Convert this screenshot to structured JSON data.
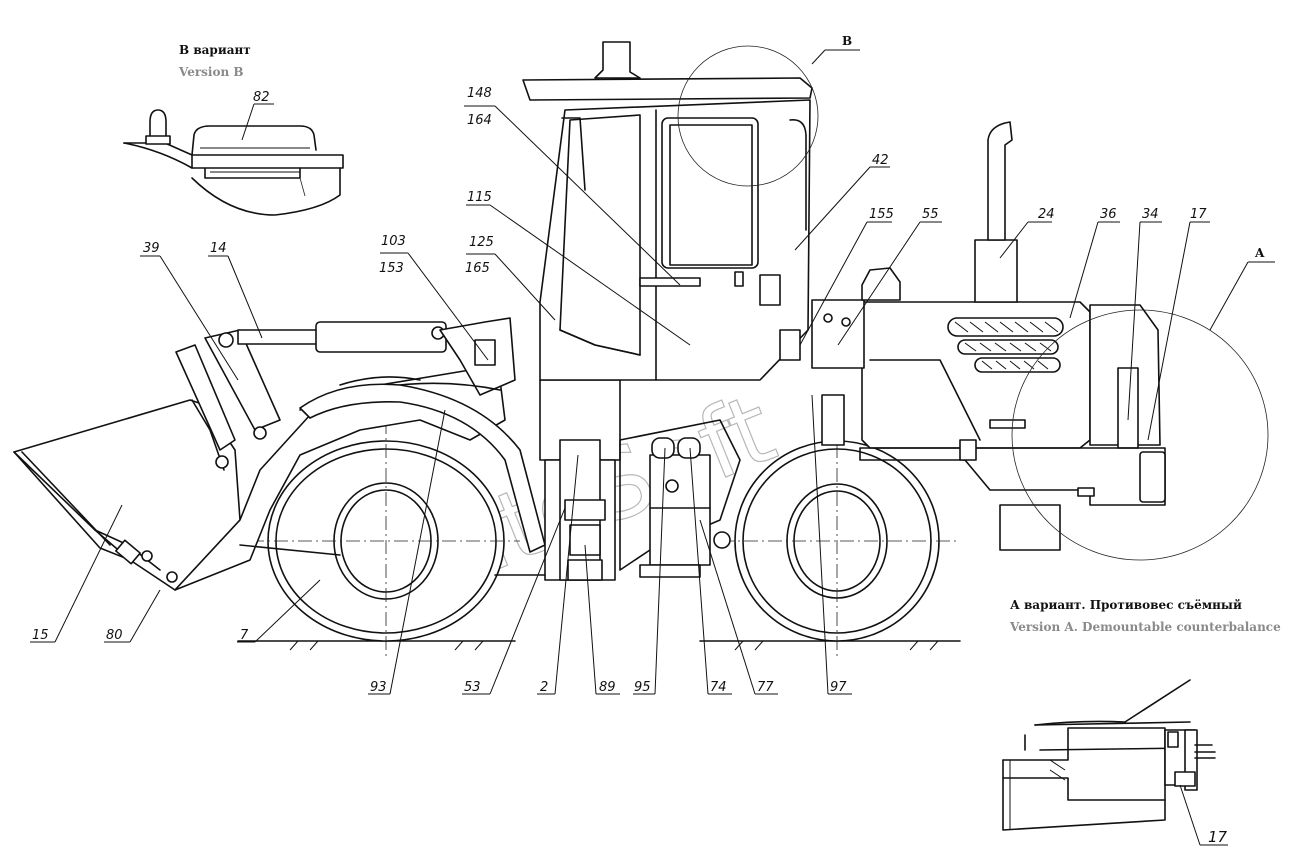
{
  "version_b": {
    "title_ru": "В вариант",
    "title_en": "Version B"
  },
  "version_a": {
    "title_ru": "А вариант. Противовес съёмный",
    "title_en": "Version A. Demountable counterbalance"
  },
  "view_labels": {
    "b": "В",
    "a": "A"
  },
  "watermark": "AutoSoft",
  "callouts": {
    "c82": "82",
    "c148": "148",
    "c164": "164",
    "c42": "42",
    "c155": "155",
    "c55": "55",
    "c24": "24",
    "c36": "36",
    "c34": "34",
    "c17": "17",
    "c115": "115",
    "c103": "103",
    "c153": "153",
    "c125": "125",
    "c165": "165",
    "c39": "39",
    "c14": "14",
    "c15": "15",
    "c80": "80",
    "c7": "7",
    "c93": "93",
    "c53": "53",
    "c2": "2",
    "c89": "89",
    "c95": "95",
    "c74": "74",
    "c77": "77",
    "c97": "97",
    "c17_detail": "17"
  }
}
